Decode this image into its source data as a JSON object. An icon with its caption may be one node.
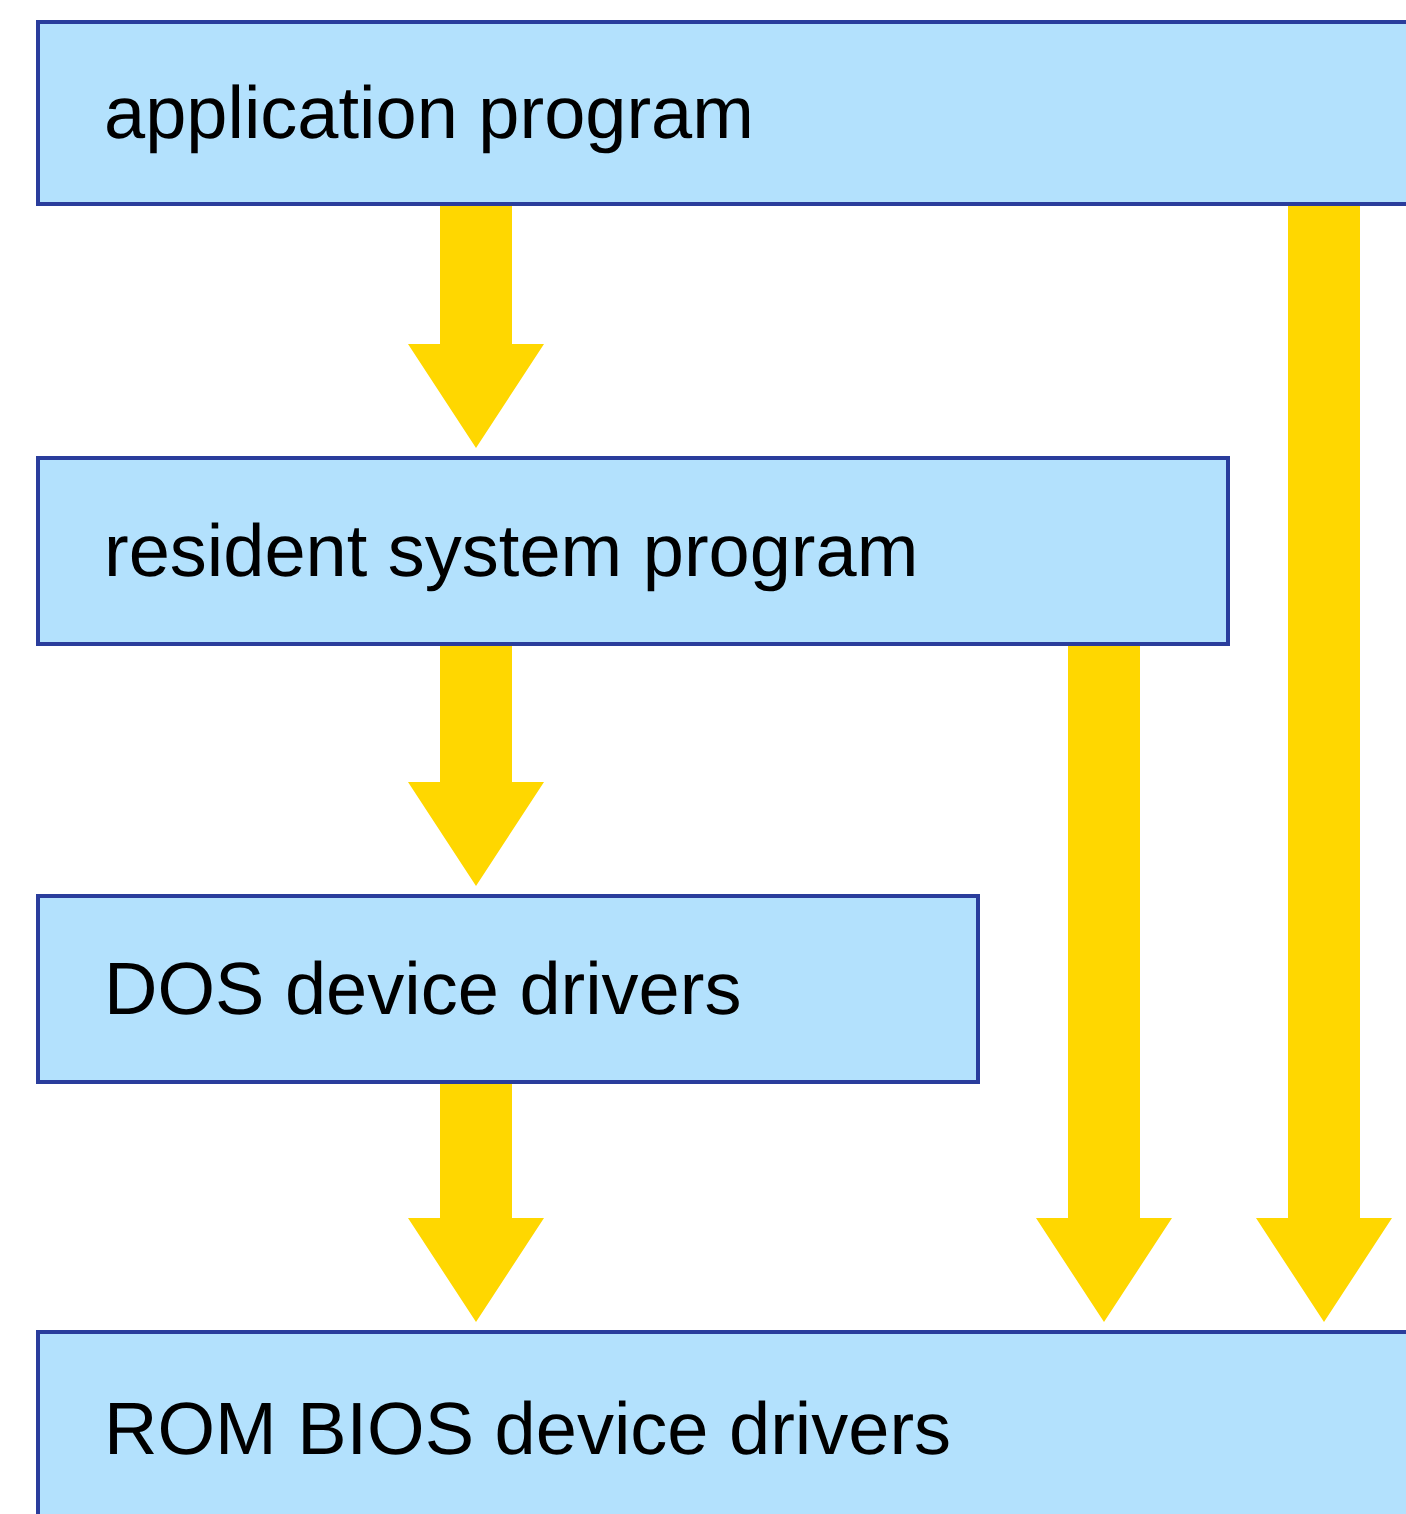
{
  "diagram": {
    "nodes": [
      {
        "text": [
          "application program"
        ]
      },
      {
        "text": [
          "resident system program"
        ]
      },
      {
        "text": [
          "DOS device drivers"
        ]
      },
      {
        "text": [
          "ROM BIOS device drivers"
        ]
      }
    ],
    "edges": [
      {
        "from": 0,
        "to": 1,
        "arrow": "to"
      },
      {
        "from": 0,
        "to": 3,
        "arrow": "to"
      },
      {
        "from": 1,
        "to": 2,
        "arrow": "to"
      },
      {
        "from": 1,
        "to": 3,
        "arrow": "to"
      },
      {
        "from": 2,
        "to": 3,
        "arrow": "to"
      }
    ]
  }
}
